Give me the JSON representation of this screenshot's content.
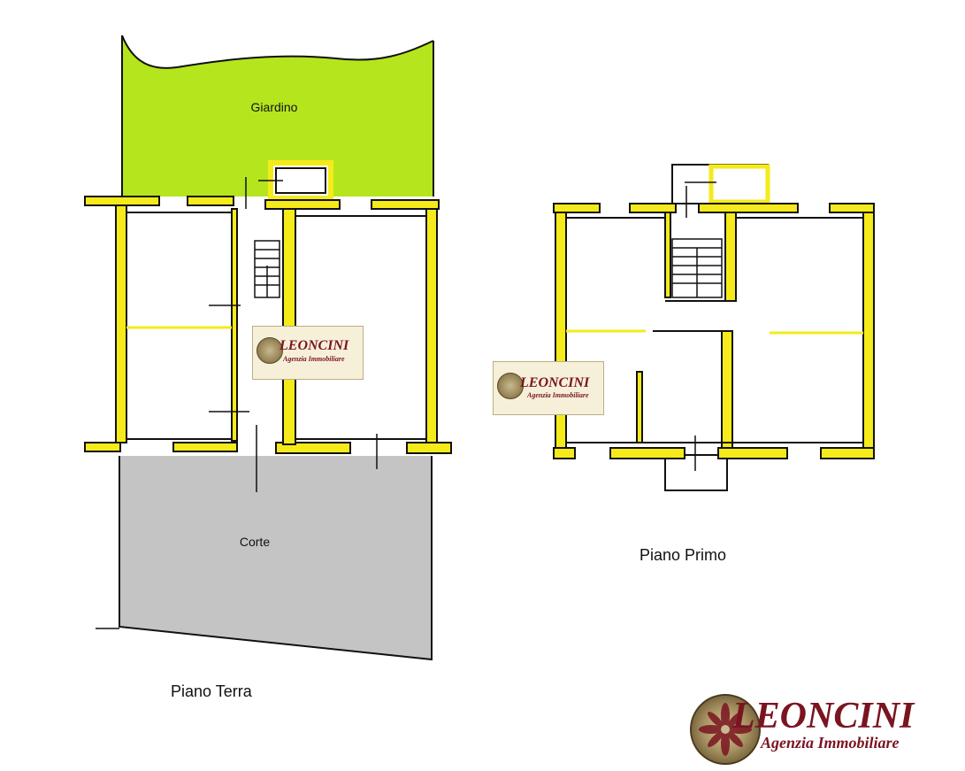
{
  "labels": {
    "giardino": "Giardino",
    "corte": "Corte",
    "piano_terra": "Piano Terra",
    "piano_primo": "Piano Primo"
  },
  "logo": {
    "name": "LEONCINI",
    "subtitle": "Agenzia Immobiliare"
  },
  "colors": {
    "wall": "#f5ea1a",
    "garden": "#b5e51d",
    "court": "#c4c4c4",
    "line": "#111111",
    "brand": "#7a1420"
  }
}
